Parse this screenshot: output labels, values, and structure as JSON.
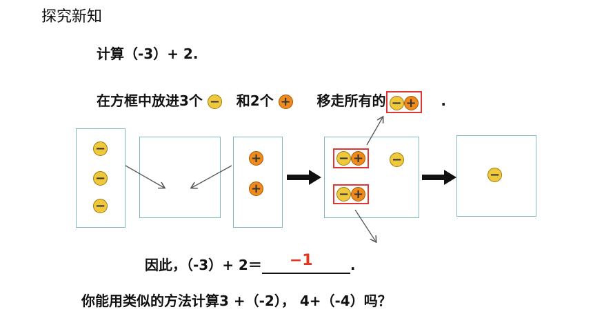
{
  "title": "探究新知",
  "problem": "计算（-3）+ 2.",
  "instruction": {
    "part1": "在方框中放进3个",
    "part2": "和2个",
    "part3": "移走所有的",
    "end": "."
  },
  "chips": {
    "neg": "−",
    "pos": "+"
  },
  "conclusion": {
    "text": "因此，（-3）+ 2＝",
    "answer": "−1",
    "end": "."
  },
  "question": "你能用类似的方法计算3 +（-2）， 4+（-4）吗？",
  "colors": {
    "neg_chip": "#f0c83c",
    "pos_chip": "#ef8a1c",
    "box_border": "#7fb8bf",
    "highlight": "#e03535",
    "answer": "#e2341e"
  }
}
